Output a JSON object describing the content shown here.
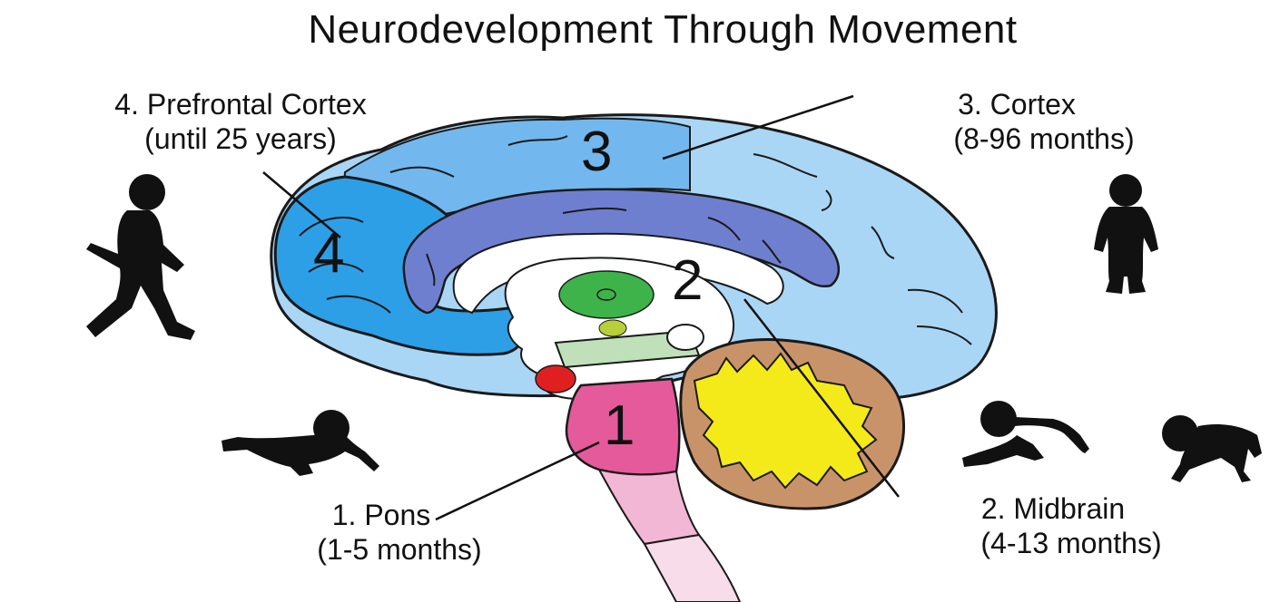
{
  "title": "Neurodevelopment Through Movement",
  "regions": [
    {
      "number": "4",
      "name": "4. Prefrontal Cortex",
      "period": "(until 25 years)",
      "color": "#2d9fe6"
    },
    {
      "number": "3",
      "name": "3. Cortex",
      "period": "(8-96 months)",
      "color": "#a9d6f5"
    },
    {
      "number": "2",
      "name": "2. Midbrain",
      "period": "(4-13 months)",
      "color": "#6f7fcf"
    },
    {
      "number": "1",
      "name": "1. Pons",
      "period": "(1-5 months)",
      "color": "#e45a9a"
    }
  ],
  "figures": [
    "walking-child-silhouette",
    "standing-toddler-silhouette",
    "lying-baby-silhouette",
    "crawling-baby-silhouette",
    "crawling-baby-silhouette"
  ],
  "colors": {
    "cortex_light": "#a9d6f5",
    "prefrontal": "#2d9fe6",
    "cingulate": "#6f7fcf",
    "thalamus_green": "#3db34a",
    "cerebellum_brown": "#c9936a",
    "cerebellum_yellow": "#f4ea1a",
    "pons_pink": "#e45a9a",
    "red_body": "#e02020"
  }
}
